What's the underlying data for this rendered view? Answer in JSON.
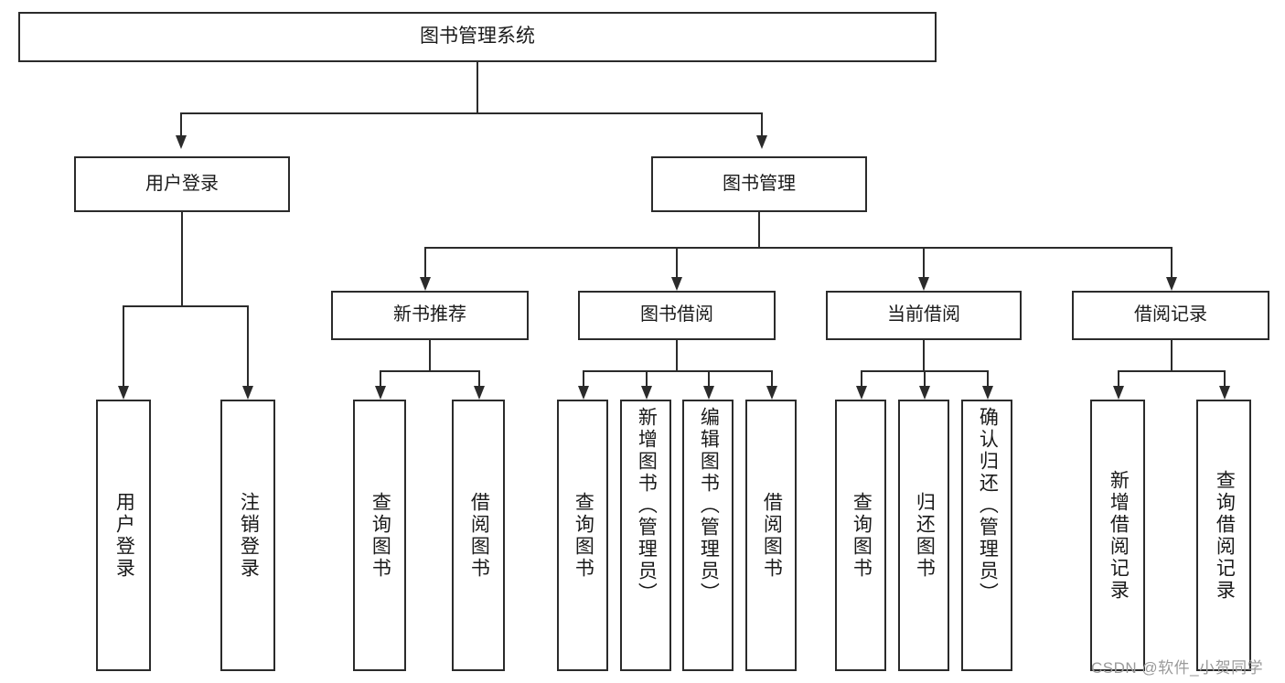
{
  "diagram": {
    "title": "图书管理系统",
    "type": "tree-hierarchy-diagram",
    "root": {
      "label": "图书管理系统"
    },
    "level2": [
      {
        "label": "用户登录"
      },
      {
        "label": "图书管理"
      }
    ],
    "level3": [
      {
        "label": "新书推荐"
      },
      {
        "label": "图书借阅"
      },
      {
        "label": "当前借阅"
      },
      {
        "label": "借阅记录"
      }
    ],
    "leaves": {
      "user_login": [
        {
          "label": "用户登录"
        },
        {
          "label": "注销登录"
        }
      ],
      "new_book_recommend": [
        {
          "label": "查询图书"
        },
        {
          "label": "借阅图书"
        }
      ],
      "book_borrow": [
        {
          "label": "查询图书"
        },
        {
          "label": "新增图书（管理员）"
        },
        {
          "label": "编辑图书（管理员）"
        },
        {
          "label": "借阅图书"
        }
      ],
      "current_borrow": [
        {
          "label": "查询图书"
        },
        {
          "label": "归还图书"
        },
        {
          "label": "确认归还（管理员）"
        }
      ],
      "borrow_record": [
        {
          "label": "新增借阅记录"
        },
        {
          "label": "查询借阅记录"
        }
      ]
    }
  },
  "watermark": {
    "text": "CSDN @软件_小贺同学"
  },
  "colors": {
    "stroke": "#2b2b2b",
    "text": "#1a1a1a",
    "background": "#ffffff",
    "watermark": "#9a9a9a"
  }
}
